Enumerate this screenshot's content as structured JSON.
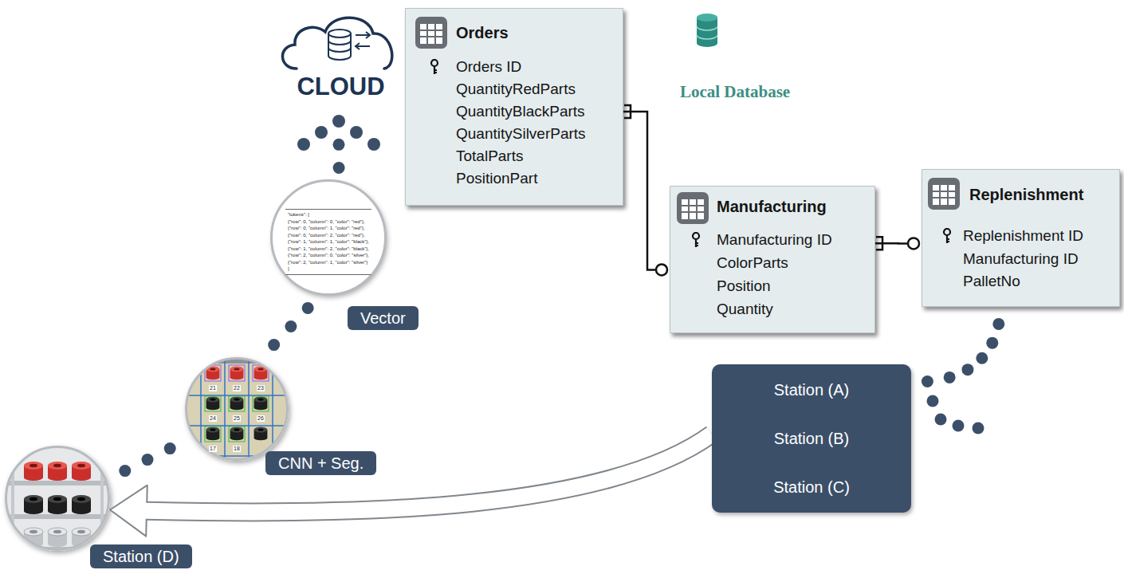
{
  "diagram": {
    "nodes": [
      {
        "text": [
          "Orders",
          "Orders ID",
          "QuantityRedParts",
          "QuantityBlackParts",
          "QuantitySilverParts",
          "TotalParts",
          "PositionPart"
        ]
      },
      {
        "text": [
          "Manufacturing",
          "Manufacturing ID",
          "ColorParts",
          "Position",
          "Quantity"
        ]
      },
      {
        "text": [
          "Replenishment",
          "Replenishment ID",
          "Manufacturing ID",
          "PalletNo"
        ]
      },
      {
        "text": [
          "Station (A)",
          "Station (B)",
          "Station (C)"
        ]
      },
      {
        "text": [
          "Station (D)"
        ]
      },
      {
        "text": [
          "CNN + Seg."
        ]
      },
      {
        "text": [
          "\"tokens\": [",
          "{\"row\": 0, \"column\": 0, \"color\": \"red\"},",
          "{\"row\": 0, \"column\": 1, \"color\": \"red\"},",
          "{\"row\": 0, \"column\": 2, \"color\": \"red\"},",
          "{\"row\": 1, \"column\": 1, \"color\": \"black\"},",
          "{\"row\": 1, \"column\": 2, \"color\": \"black\"},",
          "{\"row\": 2, \"column\": 0, \"color\": \"silver\"},",
          "{\"row\": 2, \"column\": 1, \"color\": \"silver\"}",
          "]",
          "Vector"
        ]
      },
      {
        "text": [
          "CLOUD"
        ]
      }
    ],
    "edges": [
      {
        "from": 0,
        "to": 1,
        "arrow": "none"
      },
      {
        "from": 1,
        "to": 2,
        "arrow": "none"
      },
      {
        "from": 2,
        "to": 3,
        "arrow": "none"
      },
      {
        "from": 3,
        "to": 4,
        "arrow": "to"
      },
      {
        "from": 4,
        "to": 5,
        "arrow": "none"
      },
      {
        "from": 5,
        "to": 6,
        "arrow": "none"
      },
      {
        "from": 6,
        "to": 7,
        "arrow": "none"
      }
    ],
    "labels": [
      "Local Database",
      "21",
      "22",
      "23",
      "24",
      "25",
      "26",
      "17",
      "18"
    ]
  }
}
